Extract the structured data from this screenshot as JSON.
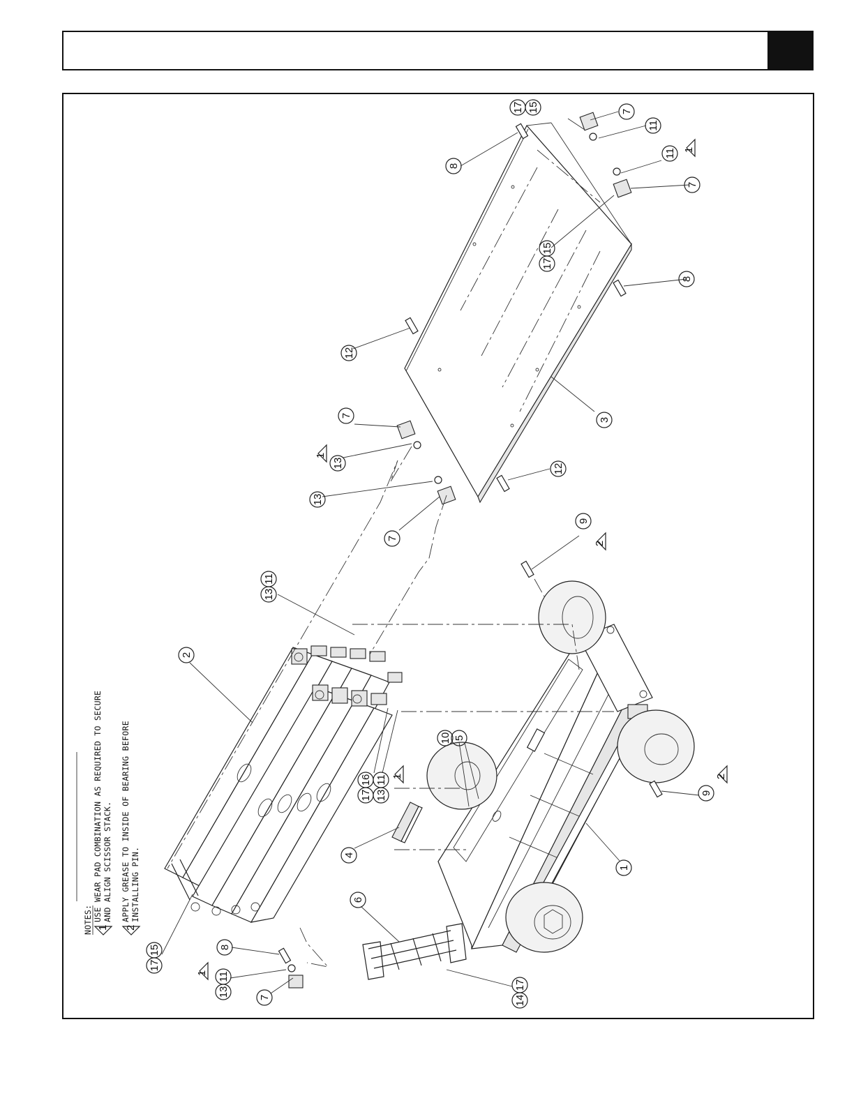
{
  "notes": {
    "heading": "NOTES:",
    "items": [
      {
        "marker": "1",
        "line1": "USE WEAR PAD COMBINATION AS REQUIRED TO SECURE",
        "line2": "AND ALIGN SCISSOR STACK."
      },
      {
        "marker": "2",
        "line1": "APPLY GREASE TO INSIDE OF BEARING BEFORE",
        "line2": "INSTALLING PIN."
      }
    ]
  },
  "callouts": {
    "p1": "1",
    "p2": "2",
    "p3": "3",
    "p4": "4",
    "p5": "5",
    "p6": "6",
    "p7": "7",
    "p8": "8",
    "p9": "9",
    "p10": "10",
    "p11": "11",
    "p12": "12",
    "p13": "13",
    "p14": "14",
    "p15": "15",
    "p16": "16",
    "p17": "17",
    "n1": "1",
    "n2": "2"
  }
}
